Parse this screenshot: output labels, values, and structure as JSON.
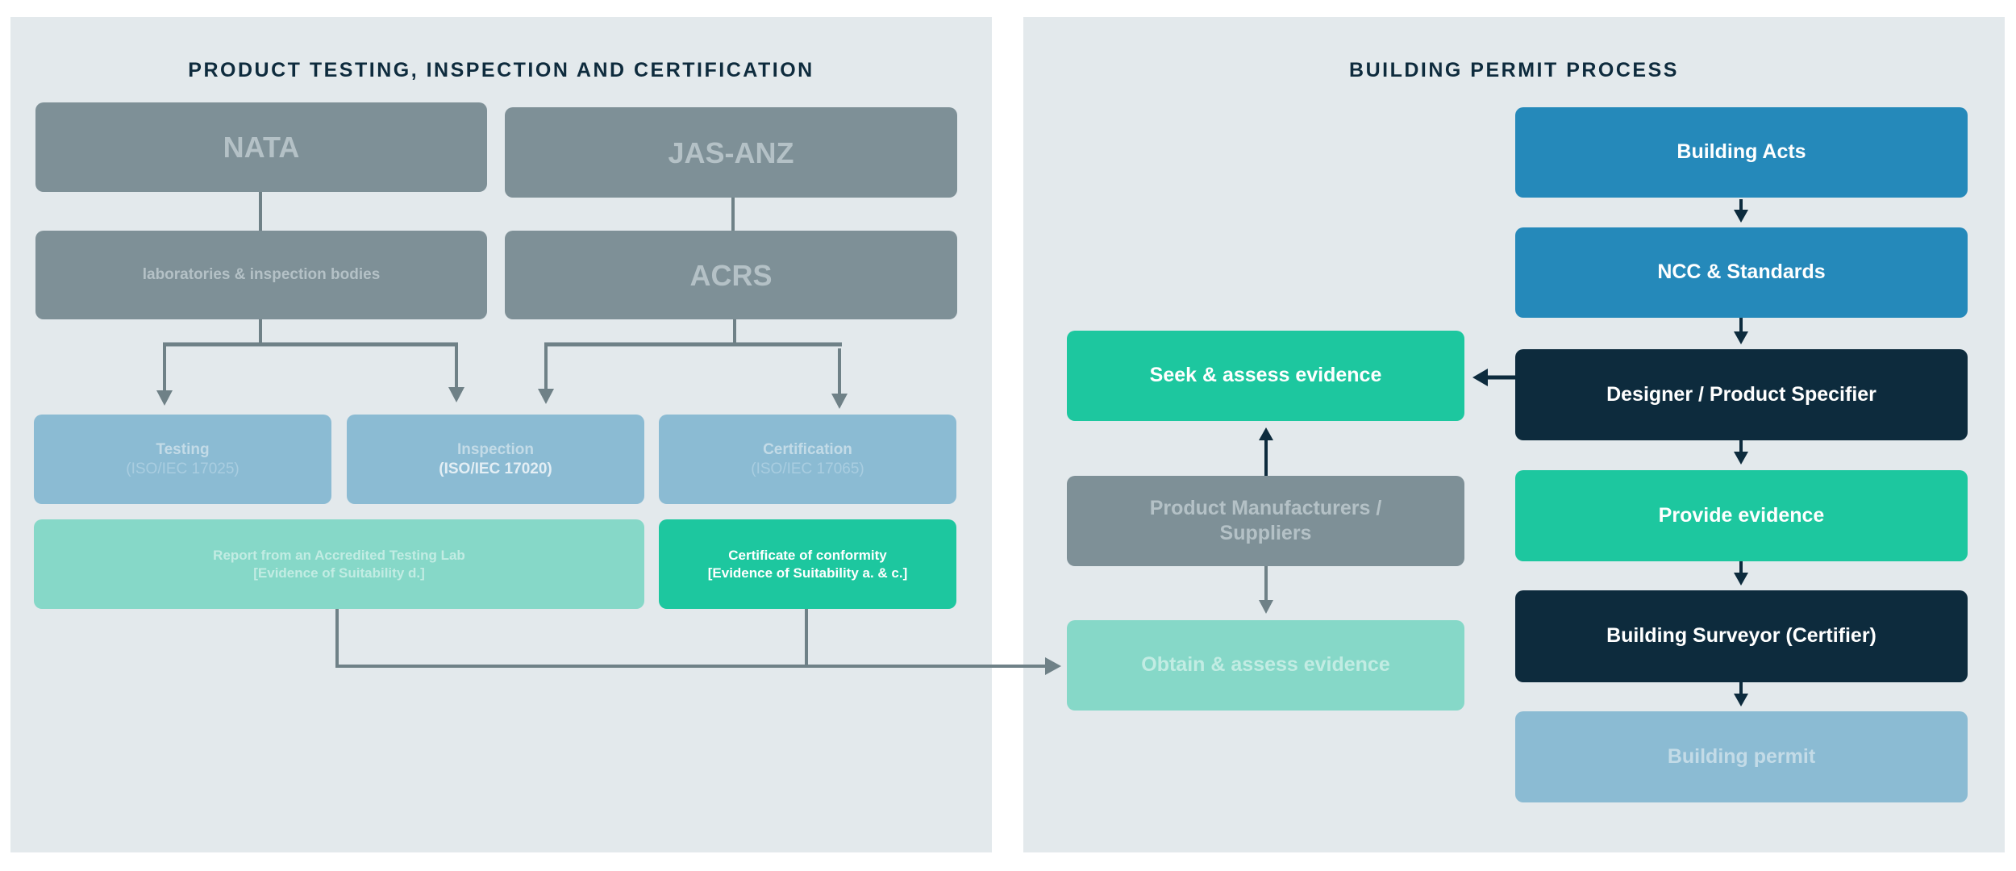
{
  "left_panel": {
    "title": "PRODUCT TESTING, INSPECTION AND CERTIFICATION",
    "nodes": {
      "nata": "NATA",
      "jasanz": "JAS-ANZ",
      "labs": "laboratories & inspection bodies",
      "acrs": "ACRS",
      "testing": {
        "label": "Testing",
        "standard": "(ISO/IEC 17025)"
      },
      "inspection": {
        "label": "Inspection",
        "standard": "(ISO/IEC 17020)"
      },
      "certification": {
        "label": "Certification",
        "standard": "(ISO/IEC 17065)"
      },
      "report": {
        "line1": "Report from an Accredited Testing Lab",
        "line2": "[Evidence of Suitability d.]"
      },
      "certificate": {
        "line1": "Certificate of conformity",
        "line2": "[Evidence of Suitability a. & c.]"
      }
    }
  },
  "right_panel": {
    "title": "BUILDING PERMIT PROCESS",
    "nodes": {
      "building_acts": "Building Acts",
      "ncc": "NCC & Standards",
      "designer": "Designer / Product Specifier",
      "provide_evidence": "Provide evidence",
      "surveyor": "Building Surveyor (Certifier)",
      "permit": "Building permit",
      "seek": "Seek & assess evidence",
      "manufacturers": "Product Manufacturers / Suppliers",
      "obtain": "Obtain & assess evidence"
    }
  },
  "colors": {
    "panel_bg": "#e3e9ec",
    "title": "#0e2b3d",
    "grey": "#7e9097",
    "light_blue": "#8bbbd3",
    "light_green": "#86d8c8",
    "green": "#1dc79f",
    "blue": "#2589ba",
    "navy": "#0d2b3d",
    "connector_grey": "#6f8187"
  }
}
